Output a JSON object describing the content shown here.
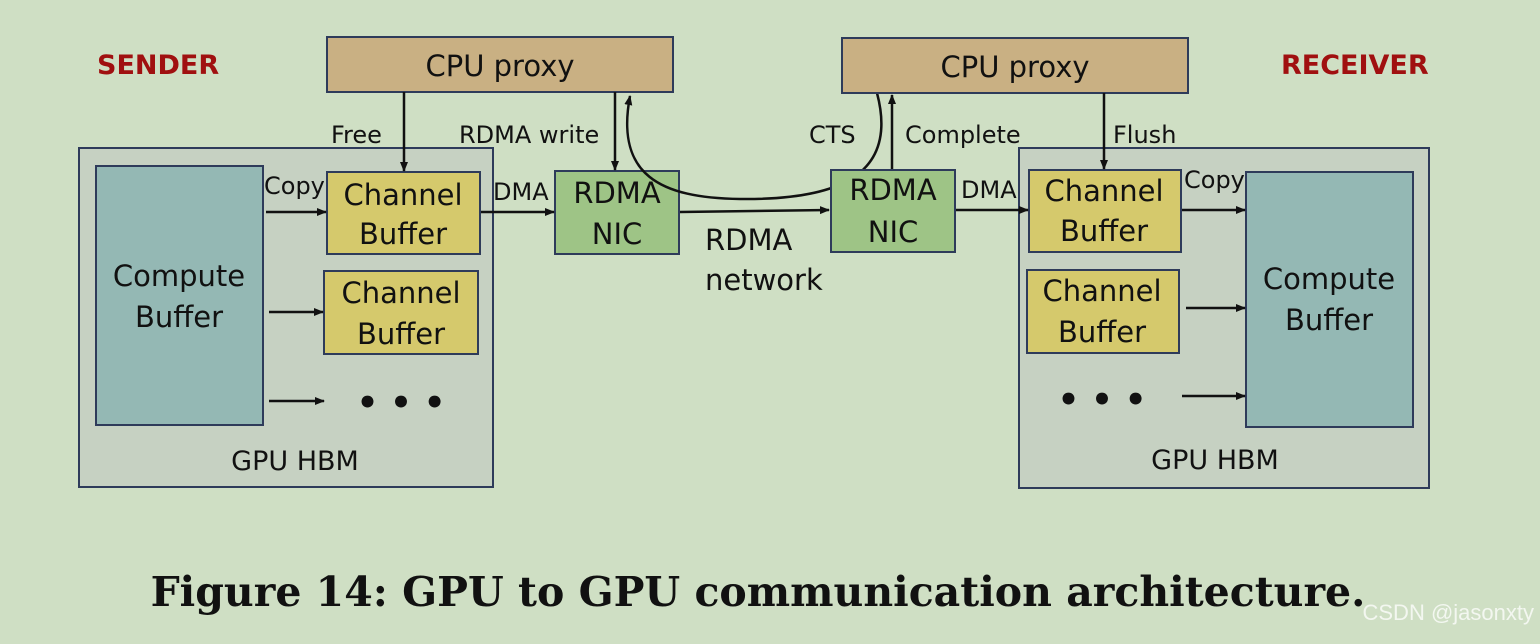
{
  "sender": {
    "role_label": "SENDER",
    "cpu_proxy": "CPU proxy",
    "gpu_hbm": "GPU HBM",
    "compute_buffer": [
      "Compute",
      "Buffer"
    ],
    "channel_buffer_1": [
      "Channel",
      "Buffer"
    ],
    "channel_buffer_2": [
      "Channel",
      "Buffer"
    ],
    "ellipsis": "• • •",
    "nic": [
      "RDMA",
      "NIC"
    ],
    "labels": {
      "free": "Free",
      "rdma_write": "RDMA write",
      "copy": "Copy",
      "dma": "DMA"
    }
  },
  "receiver": {
    "role_label": "RECEIVER",
    "cpu_proxy": "CPU proxy",
    "gpu_hbm": "GPU HBM",
    "compute_buffer": [
      "Compute",
      "Buffer"
    ],
    "channel_buffer_1": [
      "Channel",
      "Buffer"
    ],
    "channel_buffer_2": [
      "Channel",
      "Buffer"
    ],
    "ellipsis": "• • •",
    "nic": [
      "RDMA",
      "NIC"
    ],
    "labels": {
      "cts": "CTS",
      "complete": "Complete",
      "flush": "Flush",
      "copy": "Copy",
      "dma": "DMA"
    }
  },
  "network": [
    "RDMA",
    "network"
  ],
  "caption": "Figure 14: GPU to GPU communication architecture.",
  "watermark": "CSDN @jasonxty",
  "colors": {
    "background": "#cfdfc4",
    "cpu_proxy": "#c9b083",
    "gpu_hbm": "#c6d1c2",
    "compute_buffer": "#94b8b4",
    "channel_buffer": "#d5c96c",
    "nic": "#9ec486",
    "role_label": "#a01010"
  }
}
